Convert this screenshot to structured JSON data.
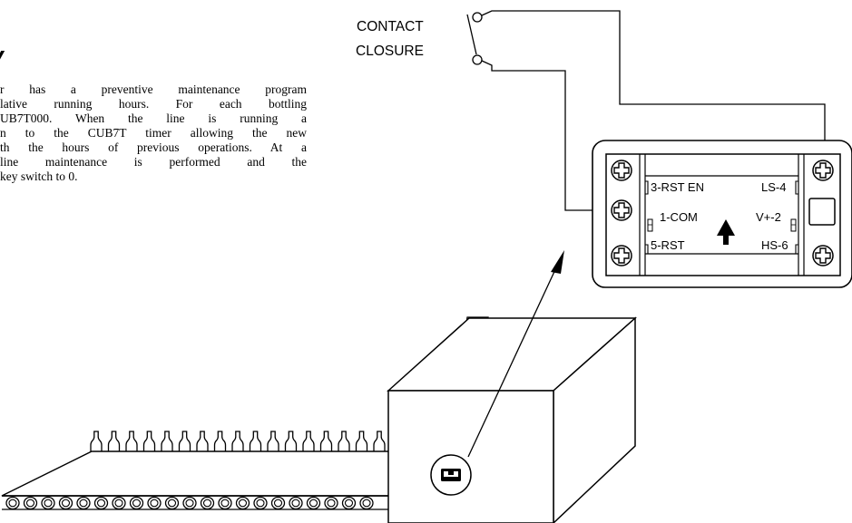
{
  "article": {
    "heading": "V",
    "lines": [
      "r has a preventive maintenance program",
      "lative running hours. For each bottling",
      "UB7T000. When the line is running a",
      "n to the CUB7T timer allowing the new",
      "th the hours of previous operations. At a",
      "line maintenance is performed and the",
      "key switch to 0."
    ]
  },
  "contact": {
    "line1": "CONTACT",
    "line2": "CLOSURE"
  },
  "timer": {
    "rst_en": "3-RST EN",
    "com": "1-COM",
    "rst": "5-RST",
    "ls": "LS-4",
    "vplus": "V+-2",
    "hs": "HS-6"
  }
}
